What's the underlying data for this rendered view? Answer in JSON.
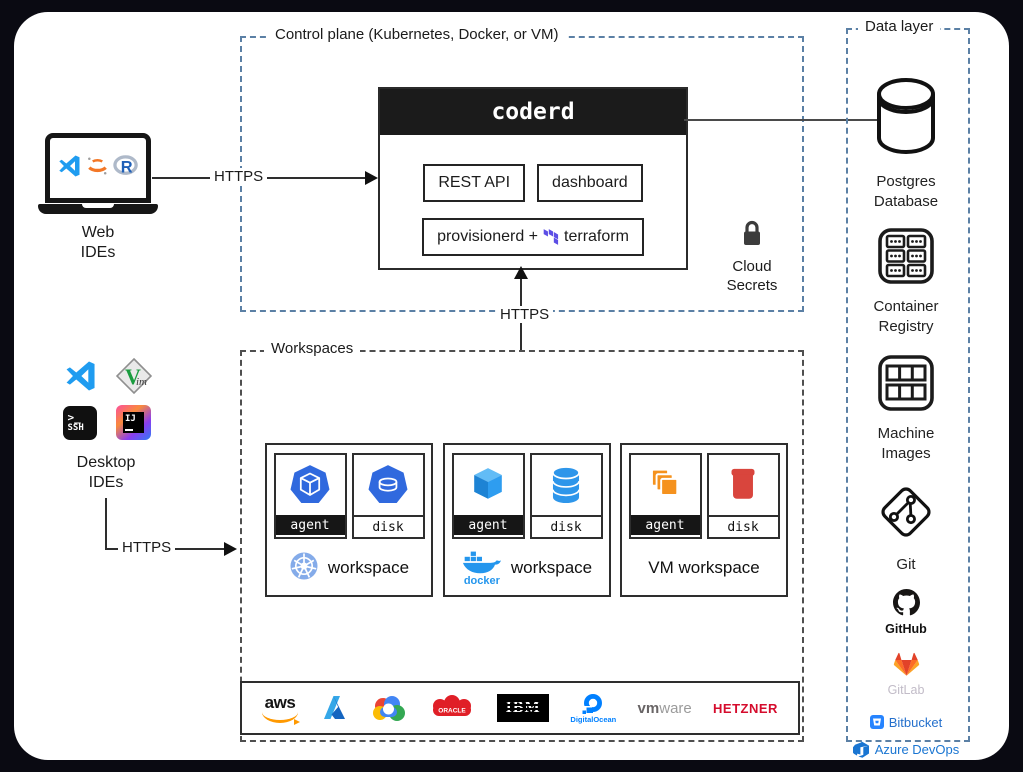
{
  "control_plane": {
    "title": "Control plane (Kubernetes, Docker, or VM)",
    "coderd_title": "coderd",
    "rest_api": "REST API",
    "dashboard": "dashboard",
    "provisionerd_prefix": "provisionerd +",
    "terraform_label": "terraform",
    "cloud_secrets_label": "Cloud\nSecrets"
  },
  "left": {
    "web_ides_label": "Web\nIDEs",
    "desktop_ides_label": "Desktop\nIDEs",
    "https_web": "HTTPS",
    "https_desktop": "HTTPS",
    "ssh_prompt": ">_",
    "ssh_word": "SSH",
    "intellij_word": "IJ"
  },
  "middle": {
    "https_workspaces": "HTTPS"
  },
  "workspaces": {
    "title": "Workspaces",
    "cards": [
      {
        "type": "kubernetes",
        "agent_label": "agent",
        "disk_label": "disk",
        "workspace_label": "workspace"
      },
      {
        "type": "docker",
        "agent_label": "agent",
        "disk_label": "disk",
        "workspace_label": "workspace",
        "logo_caption": "docker"
      },
      {
        "type": "vm",
        "agent_label": "agent",
        "disk_label": "disk",
        "workspace_label": "VM workspace"
      }
    ]
  },
  "providers": {
    "aws_text": "aws",
    "oracle_text": "ORACLE",
    "ibm_text": "IBM",
    "digitalocean_text": "DigitalOcean",
    "vmware_vm": "vm",
    "vmware_ware": "ware",
    "hetzner_text": "HETZNER"
  },
  "data_layer": {
    "title": "Data layer",
    "items": [
      {
        "name": "postgres",
        "label": "Postgres\nDatabase"
      },
      {
        "name": "container-registry",
        "label": "Container\nRegistry"
      },
      {
        "name": "machine-images",
        "label": "Machine\nImages"
      },
      {
        "name": "git",
        "label": "Git"
      },
      {
        "name": "github",
        "label": "GitHub"
      },
      {
        "name": "gitlab",
        "label": "GitLab"
      },
      {
        "name": "bitbucket",
        "label": "Bitbucket"
      },
      {
        "name": "azure-devops",
        "label": "Azure DevOps"
      }
    ]
  },
  "colors": {
    "accent_dashed_blue": "#5b80a5",
    "coderd_header_bg": "#1b1b1b",
    "terraform_purple": "#5c4ee5",
    "kubernetes_blue": "#326CE5",
    "docker_blue": "#2496ED",
    "aws_orange": "#FF9900",
    "vm_agent_orange": "#F5921E",
    "vm_disk_red": "#D9453D",
    "hetzner_red": "#D50C2D",
    "digitalocean_blue": "#0080FF"
  }
}
